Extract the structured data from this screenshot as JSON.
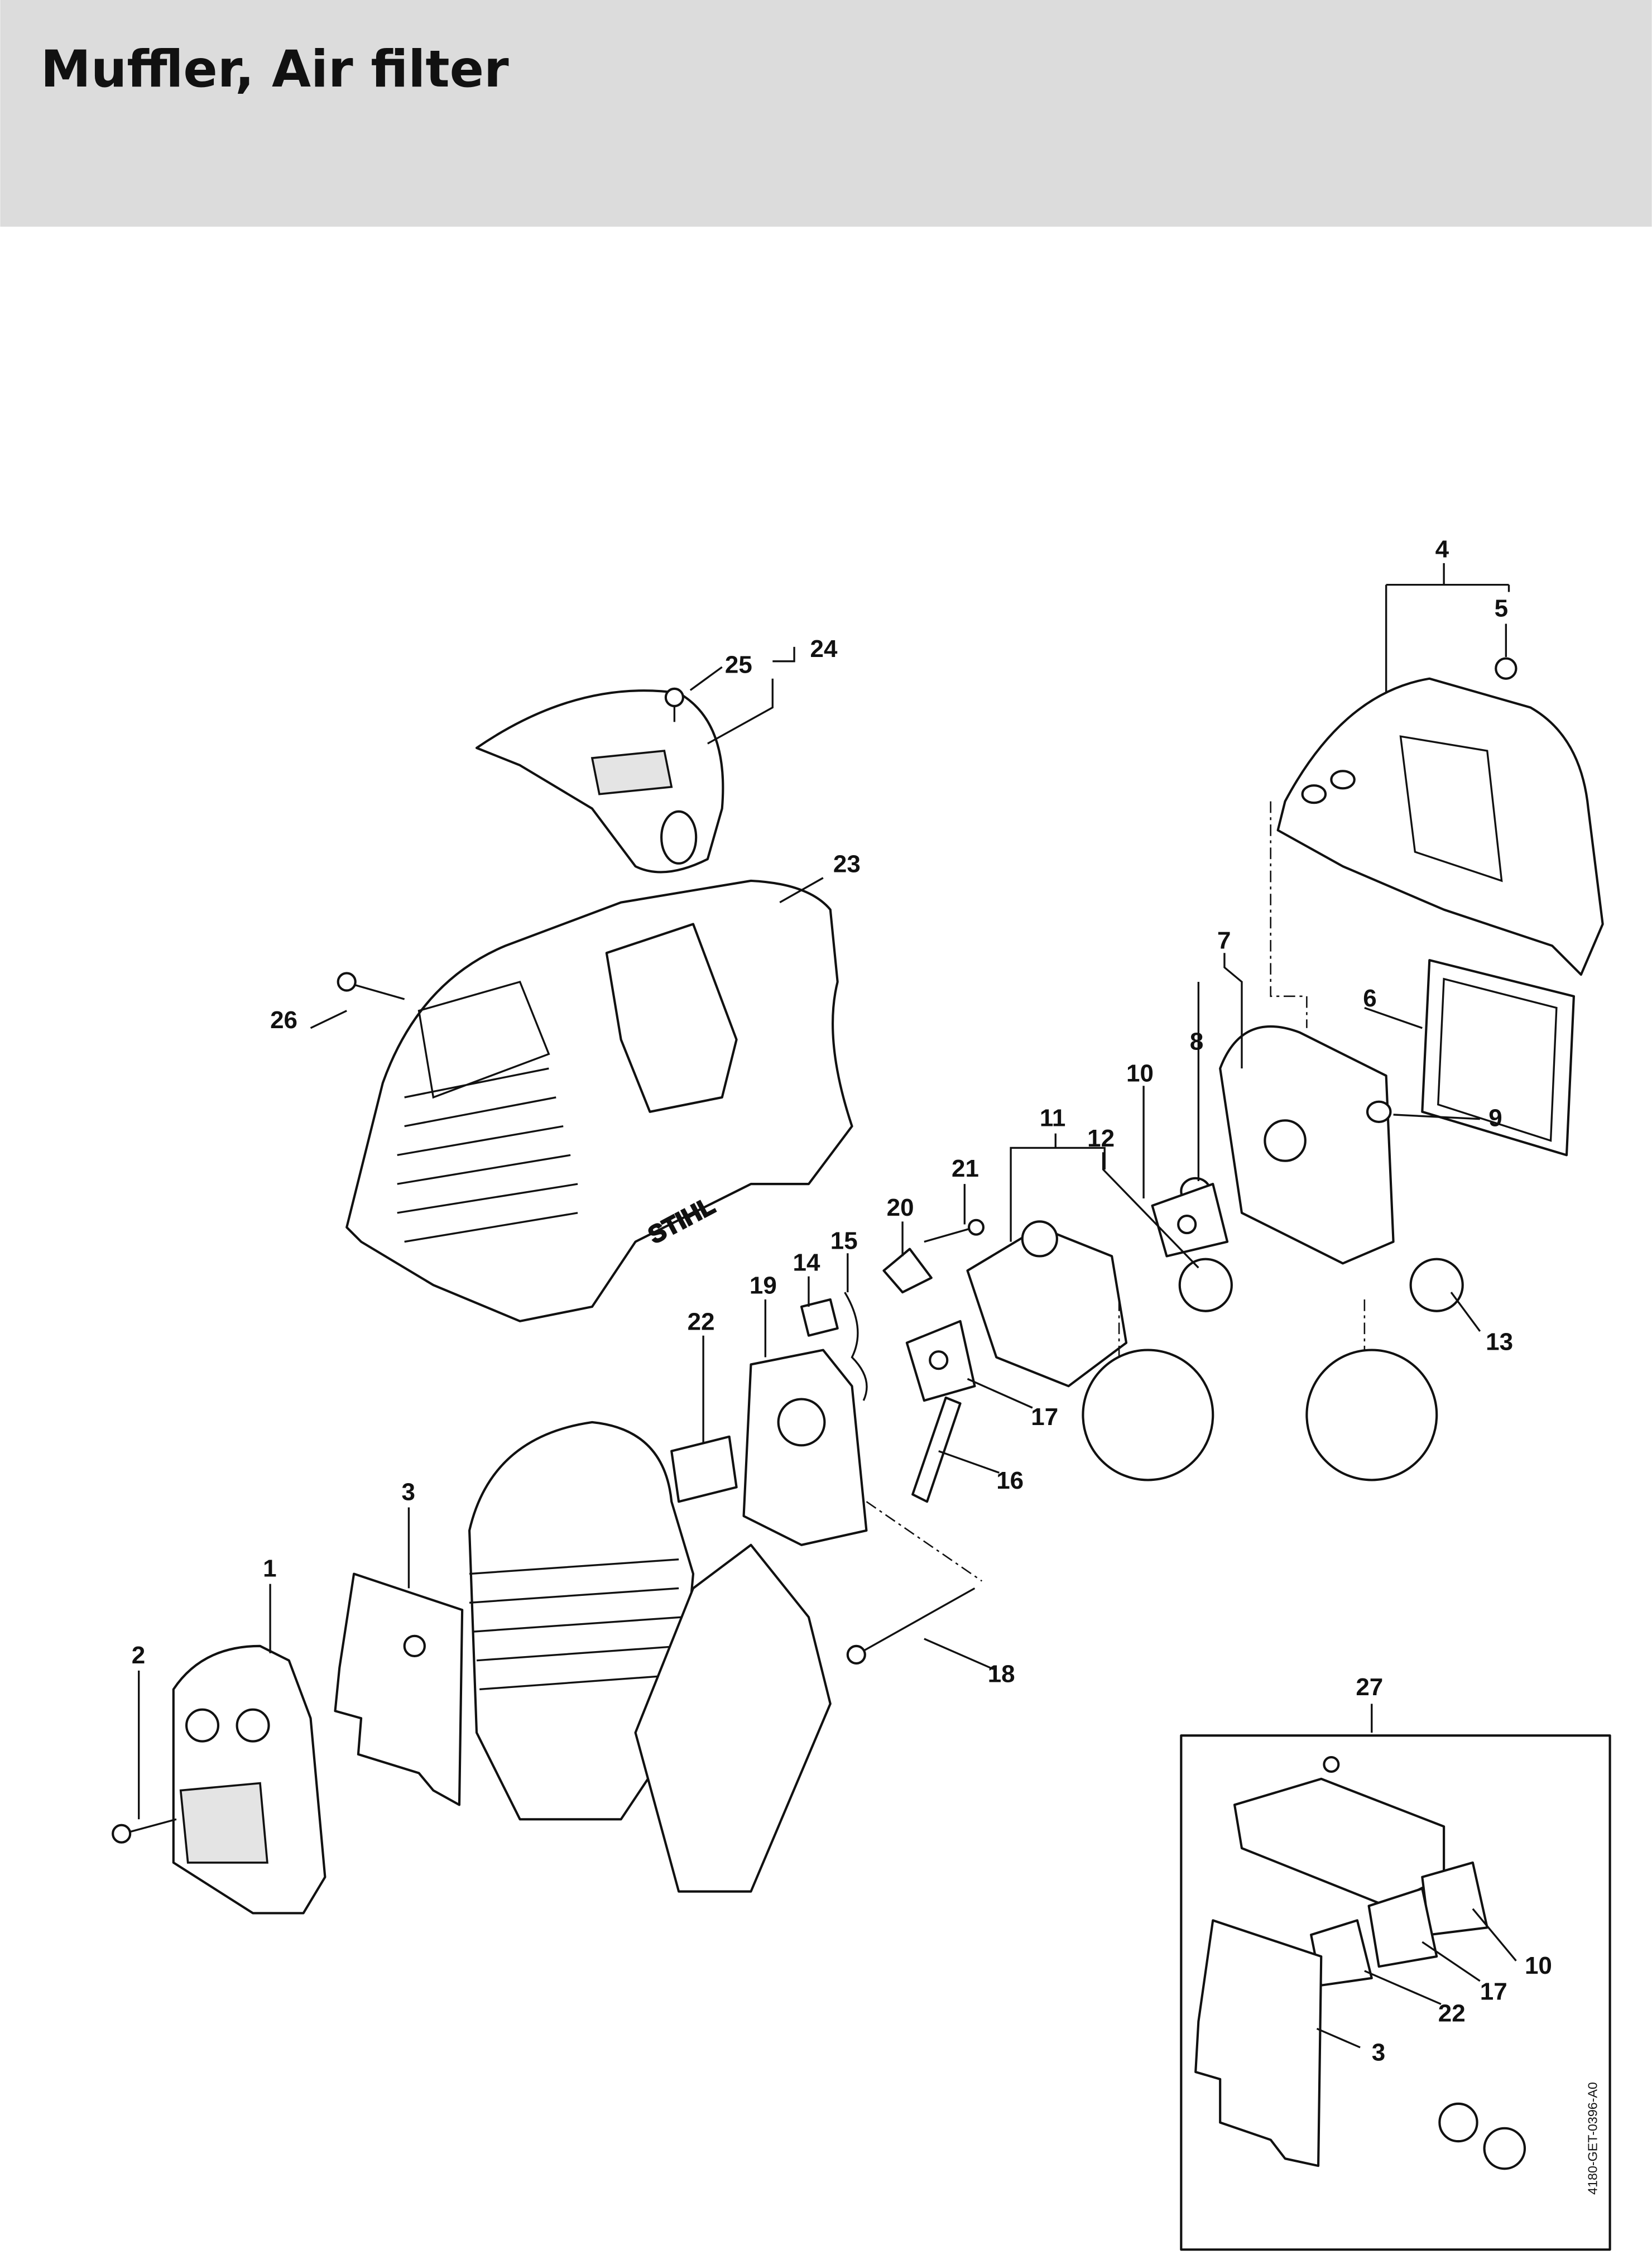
{
  "header": {
    "title": "Muffler, Air filter",
    "background": "#dcdcdc"
  },
  "brand_logo": "STIHL",
  "callouts": [
    "4",
    "5",
    "25",
    "24",
    "23",
    "26",
    "7",
    "6",
    "8",
    "10",
    "9",
    "11",
    "12",
    "21",
    "20",
    "15",
    "14",
    "19",
    "22",
    "13",
    "17",
    "16",
    "3",
    "1",
    "2",
    "18",
    "27"
  ],
  "kit_box": {
    "number": "27",
    "callouts": [
      "10",
      "17",
      "22",
      "3"
    ]
  },
  "drawing_code": "4180-GET-0396-A0"
}
